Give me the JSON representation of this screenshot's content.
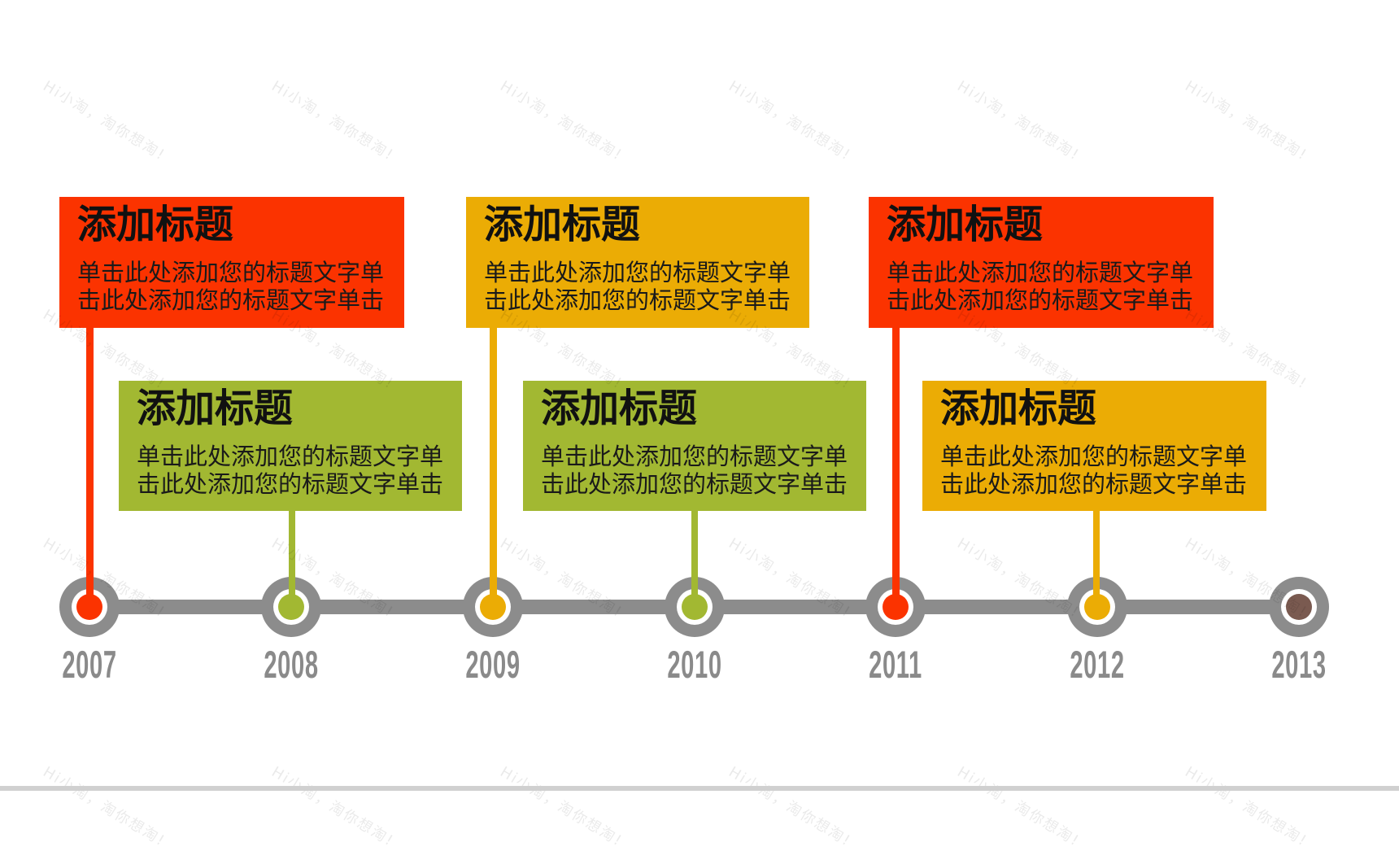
{
  "colors": {
    "red": "#fb3300",
    "yellow": "#ebac05",
    "green": "#a2b832",
    "brown": "#7a5a50",
    "track_gray": "#8c8c8c",
    "year_gray": "#8a8a8a"
  },
  "cards": [
    {
      "title": "添加标题",
      "body_line1": "单击此处添加您的标题文字单",
      "body_line2": "击此处添加您的标题文字单击",
      "color": "red",
      "year": "2007"
    },
    {
      "title": "添加标题",
      "body_line1": "单击此处添加您的标题文字单",
      "body_line2": "击此处添加您的标题文字单击",
      "color": "green",
      "year": "2008"
    },
    {
      "title": "添加标题",
      "body_line1": "单击此处添加您的标题文字单",
      "body_line2": "击此处添加您的标题文字单击",
      "color": "yellow",
      "year": "2009"
    },
    {
      "title": "添加标题",
      "body_line1": "单击此处添加您的标题文字单",
      "body_line2": "击此处添加您的标题文字单击",
      "color": "green",
      "year": "2010"
    },
    {
      "title": "添加标题",
      "body_line1": "单击此处添加您的标题文字单",
      "body_line2": "击此处添加您的标题文字单击",
      "color": "red",
      "year": "2011"
    },
    {
      "title": "添加标题",
      "body_line1": "单击此处添加您的标题文字单",
      "body_line2": "击此处添加您的标题文字单击",
      "color": "yellow",
      "year": "2012"
    }
  ],
  "timeline": {
    "years": [
      "2007",
      "2008",
      "2009",
      "2010",
      "2011",
      "2012",
      "2013"
    ]
  },
  "watermark": {
    "text": "Hi小淘，淘你想淘!"
  }
}
